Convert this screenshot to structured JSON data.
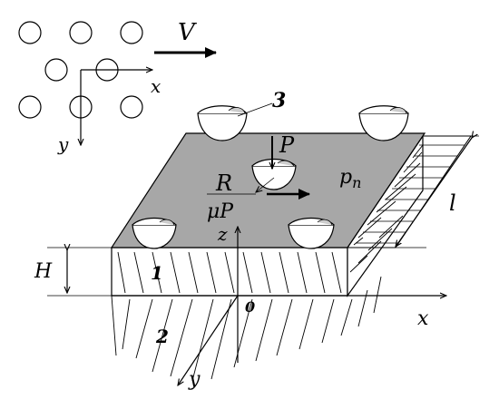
{
  "labels": {
    "velocity": "V",
    "grid_x": "x",
    "grid_y": "y",
    "grain_number": "3",
    "force_p": "P",
    "pressure": "p",
    "pressure_sub": "n",
    "length": "l",
    "resultant": "R",
    "friction": "μP",
    "axis_z": "z",
    "thickness": "H",
    "layer_1": "1",
    "layer_2": "2",
    "origin": "0",
    "axis_x": "x",
    "axis_y": "y"
  },
  "colors": {
    "plate": "#a7a7a7",
    "ink": "#000000",
    "background": "#ffffff"
  }
}
